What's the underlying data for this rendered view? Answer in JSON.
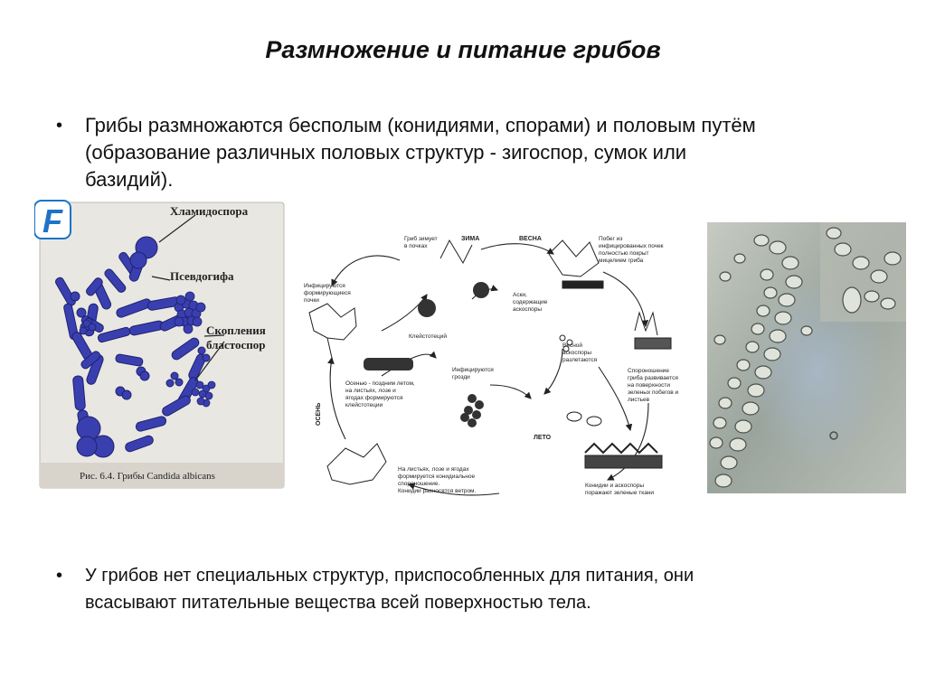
{
  "slide": {
    "title": "Размножение и питание  грибов",
    "bullets": [
      {
        "marker": "•",
        "lines": [
          "Грибы размножаются бесполым (конидиями, спорами) и половым путём",
          "(образование различных половых структур - зигоспор, сумок или",
          "базидий)."
        ]
      },
      {
        "marker": "•",
        "lines": [
          "У грибов нет специальных структур, приспособленных для питания, они",
          "всасывают питательные вещества всей поверхностью тела."
        ]
      }
    ]
  },
  "figure_candida": {
    "logo_letter": "F",
    "label_chlamydospore": "Хламидоспора",
    "label_pseudohypha": "Псевдогифа",
    "label_clusters_line1": "Скопления",
    "label_clusters_line2": "бластоспор",
    "caption": "Рис. 6.4. Грибы Candida albicans",
    "colors": {
      "cells": "#3a3fb0",
      "background": "#e9e7e2"
    }
  },
  "figure_cycle": {
    "season_winter": "ЗИМА",
    "season_spring": "ВЕСНА",
    "season_summer": "ЛЕТО",
    "season_autumn": "ОСЕНЬ",
    "t_overwinter": [
      "Гриб зимует",
      "в почках"
    ],
    "t_shoot": [
      "Побег из",
      "инфицированных почек",
      "полностью покрыт",
      "мицелием гриба"
    ],
    "t_buds": [
      "Инфицируются",
      "формирующиеся",
      "почки"
    ],
    "t_asci": [
      "Аски,",
      "содержащие",
      "аскоспоры"
    ],
    "t_cleistothecium": "Клейстотеций",
    "t_spring_ascospores": [
      "Весной",
      "аскоспоры",
      "разлетаются"
    ],
    "t_sporulation": [
      "Спороношение",
      "гриба развивается",
      "на поверхности",
      "зеленых побегов и",
      "листьев"
    ],
    "t_autumn": [
      "Осенью - поздним летом,",
      "на листьях, лозе и",
      "ягодах формируются",
      "клейстотеции"
    ],
    "t_grapes": [
      "Инфицируются",
      "грозди"
    ],
    "t_conidial": [
      "На листьях, лозе и ягодах",
      "формируется конидиальное",
      "спороношение.",
      "Конидии разносятся ветром."
    ],
    "t_infect": [
      "Конидии и аскоспоры",
      "поражают зеленые ткани"
    ]
  },
  "figure_micro": {
    "colors": {
      "background": "#aeb6ad",
      "cells": "#d8ded4"
    }
  }
}
